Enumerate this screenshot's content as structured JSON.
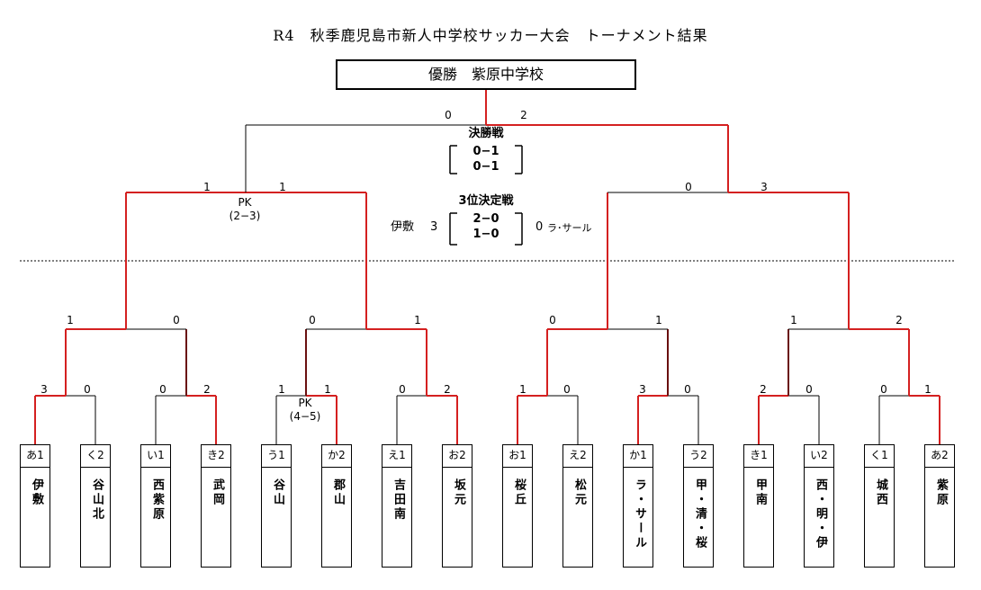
{
  "title": "R4　秋季鹿児島市新人中学校サッカー大会　トーナメント結果",
  "champion": "優勝　紫原中学校",
  "final": {
    "label": "決勝戦",
    "half1": "0−1",
    "half2": "0−1",
    "left": "0",
    "right": "2"
  },
  "third_place": {
    "label": "3位決定戦",
    "half1": "2−0",
    "half2": "1−0",
    "left_team": "伊敷",
    "left_score": "3",
    "right_score": "0",
    "right_team": "ラ･サール"
  },
  "semi_left": {
    "left": "1",
    "right": "1",
    "pk_label": "PK",
    "pk_score": "(2−3)"
  },
  "semi_right": {
    "left": "0",
    "right": "3"
  },
  "qf_scores": [
    "1",
    "0",
    "0",
    "1",
    "0",
    "1",
    "1",
    "2"
  ],
  "r1_scores": [
    "3",
    "0",
    "0",
    "2",
    "1",
    "1",
    "0",
    "2",
    "1",
    "0",
    "3",
    "0",
    "2",
    "0",
    "0",
    "1"
  ],
  "r1_pk": {
    "pk_label": "PK",
    "pk_score": "(4−5)"
  },
  "teams": [
    {
      "slot": "あ1",
      "name": "伊敷"
    },
    {
      "slot": "く2",
      "name": "谷山北"
    },
    {
      "slot": "い1",
      "name": "西紫原"
    },
    {
      "slot": "き2",
      "name": "武岡"
    },
    {
      "slot": "う1",
      "name": "谷山"
    },
    {
      "slot": "か2",
      "name": "郡山"
    },
    {
      "slot": "え1",
      "name": "吉田南"
    },
    {
      "slot": "お2",
      "name": "坂元"
    },
    {
      "slot": "お1",
      "name": "桜丘"
    },
    {
      "slot": "え2",
      "name": "松元"
    },
    {
      "slot": "か1",
      "name": "ラ・サール"
    },
    {
      "slot": "う2",
      "name": "甲・清・桜"
    },
    {
      "slot": "き1",
      "name": "甲南"
    },
    {
      "slot": "い2",
      "name": "西・明・伊"
    },
    {
      "slot": "く1",
      "name": "城西"
    },
    {
      "slot": "あ2",
      "name": "紫原"
    }
  ],
  "colors": {
    "winner_line": "#d42020",
    "line": "#000000"
  }
}
